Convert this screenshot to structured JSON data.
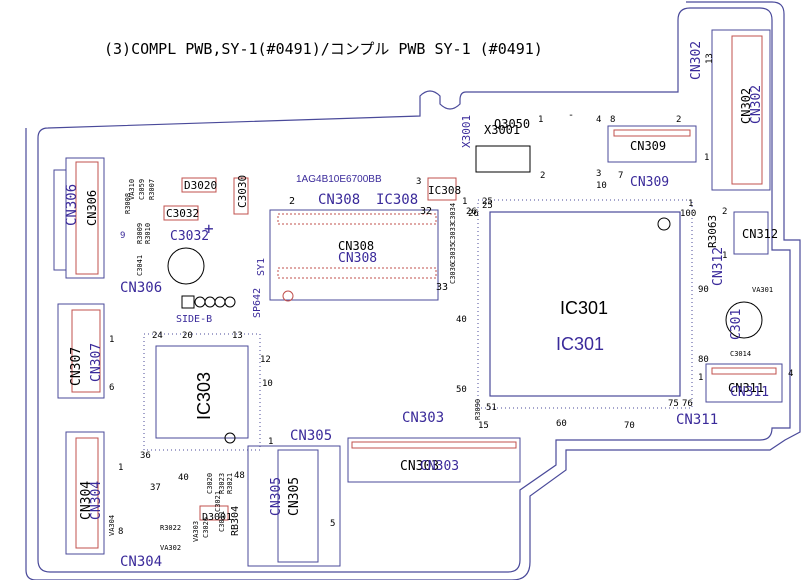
{
  "title": "(3)COMPL PWB,SY-1(#0491)/コンプル PWB SY-1 (#0491)",
  "board_code": "1AG4B10E6700BB",
  "colors": {
    "outline": "#4a4a9a",
    "text_purple": "#3a2a9a",
    "copper": "#c0504d",
    "black": "#000000"
  },
  "connectors": {
    "cn306": {
      "ref": "CN306",
      "ref_black": "CN306",
      "pin_a": "1",
      "pin_b": "9"
    },
    "cn307": {
      "ref": "CN307",
      "ref_black": "CN307",
      "pin_a": "1",
      "pin_b": "6"
    },
    "cn304": {
      "ref": "CN304",
      "ref_black": "CN304",
      "pin_a": "1",
      "pin_b": "8"
    },
    "cn305": {
      "ref": "CN305",
      "ref_black": "CN305",
      "pin_a": "1",
      "pin_b": "5"
    },
    "cn303": {
      "ref": "CN303",
      "ref_black": "CN303",
      "pin_a": "15"
    },
    "cn308": {
      "ref": "CN308",
      "ref_black": "CN308",
      "pin_a": "2",
      "pin_b": "32",
      "pin_c": "1",
      "pin_d": "33"
    },
    "cn309": {
      "ref": "CN309",
      "ref_black": "CN309",
      "pin_a": "8",
      "pin_b": "2",
      "pin_c": "7",
      "pin_d": "1"
    },
    "cn302": {
      "ref": "CN302",
      "ref_black": "CN302",
      "pin_a": "13"
    },
    "cn312": {
      "ref": "CN312",
      "ref_black": "CN312",
      "pin_a": "2",
      "pin_b": "1"
    },
    "cn311": {
      "ref": "CN311",
      "ref_black": "CN311",
      "pin_a": "4",
      "pin_b": "1"
    }
  },
  "ics": {
    "ic301": {
      "ref": "IC301",
      "pins": [
        "25",
        "26",
        "1",
        "100",
        "90",
        "80",
        "76",
        "75",
        "70",
        "60",
        "51",
        "50",
        "40"
      ]
    },
    "ic303": {
      "ref": "IC303",
      "pins": [
        "24",
        "20",
        "13",
        "12",
        "10",
        "36",
        "37",
        "40",
        "48"
      ]
    },
    "ic308": {
      "ref": "IC308",
      "ref_black": "IC308",
      "pin_a": "3",
      "pin_b": "1"
    }
  },
  "components": {
    "d3020": "D3020",
    "c3032": "C3032",
    "c3030": "C3030",
    "d3001": "D3001",
    "rb304": "RB304",
    "r3063": "R3063",
    "x3001": "X3001",
    "q3050": "Q3050",
    "x3001b": "X3001",
    "side_b": "SIDE-B",
    "sp642": "SP642",
    "sy1": "SY1",
    "c301": "C301",
    "c3032_big": "C3032"
  },
  "small_labels": [
    "VA310",
    "C3059",
    "R3007",
    "R3008",
    "R3009",
    "R3010",
    "C3041",
    "C3034",
    "C3033",
    "C3035",
    "C3036",
    "R3090",
    "VA301",
    "C3014",
    "VA304",
    "R3022",
    "VA302",
    "VA303",
    "C3026",
    "C3021",
    "C3011",
    "C3020",
    "R3023",
    "R3021"
  ],
  "marks": {
    "dash": "-",
    "pin4": "4",
    "pin3": "3",
    "pin2": "2",
    "pin10": "10",
    "pin1": "1",
    "cn308_pin25": "25",
    "cn308_pin26": "26"
  }
}
